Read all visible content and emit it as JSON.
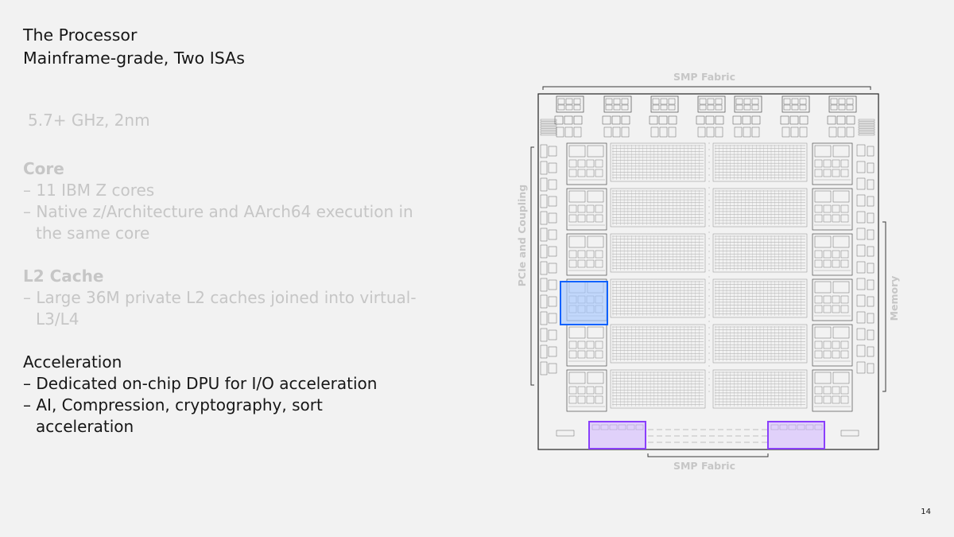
{
  "slide": {
    "title_line1": "The Processor",
    "title_line2": "Mainframe-grade, Two ISAs",
    "page_number": "14"
  },
  "bullets": {
    "spec": "5.7+ GHz, 2nm",
    "core": {
      "heading": "Core",
      "items": [
        "– 11 IBM Z cores",
        "– Native z/Architecture and AArch64 execution in the same core"
      ]
    },
    "l2": {
      "heading": "L2 Cache",
      "items": [
        "– Large 36M private L2 caches joined into virtual-L3/L4"
      ]
    },
    "accel": {
      "heading": "Acceleration",
      "items": [
        "– Dedicated on-chip DPU for I/O acceleration",
        "– AI, Compression, cryptography, sort acceleration"
      ]
    }
  },
  "die": {
    "label_top": "SMP Fabric",
    "label_bottom": "SMP Fabric",
    "label_left": "PCIe and Coupling",
    "label_right": "Memory",
    "highlight_dpu_color": "#0f62fe",
    "highlight_accel_color": "#8a3ffc"
  }
}
